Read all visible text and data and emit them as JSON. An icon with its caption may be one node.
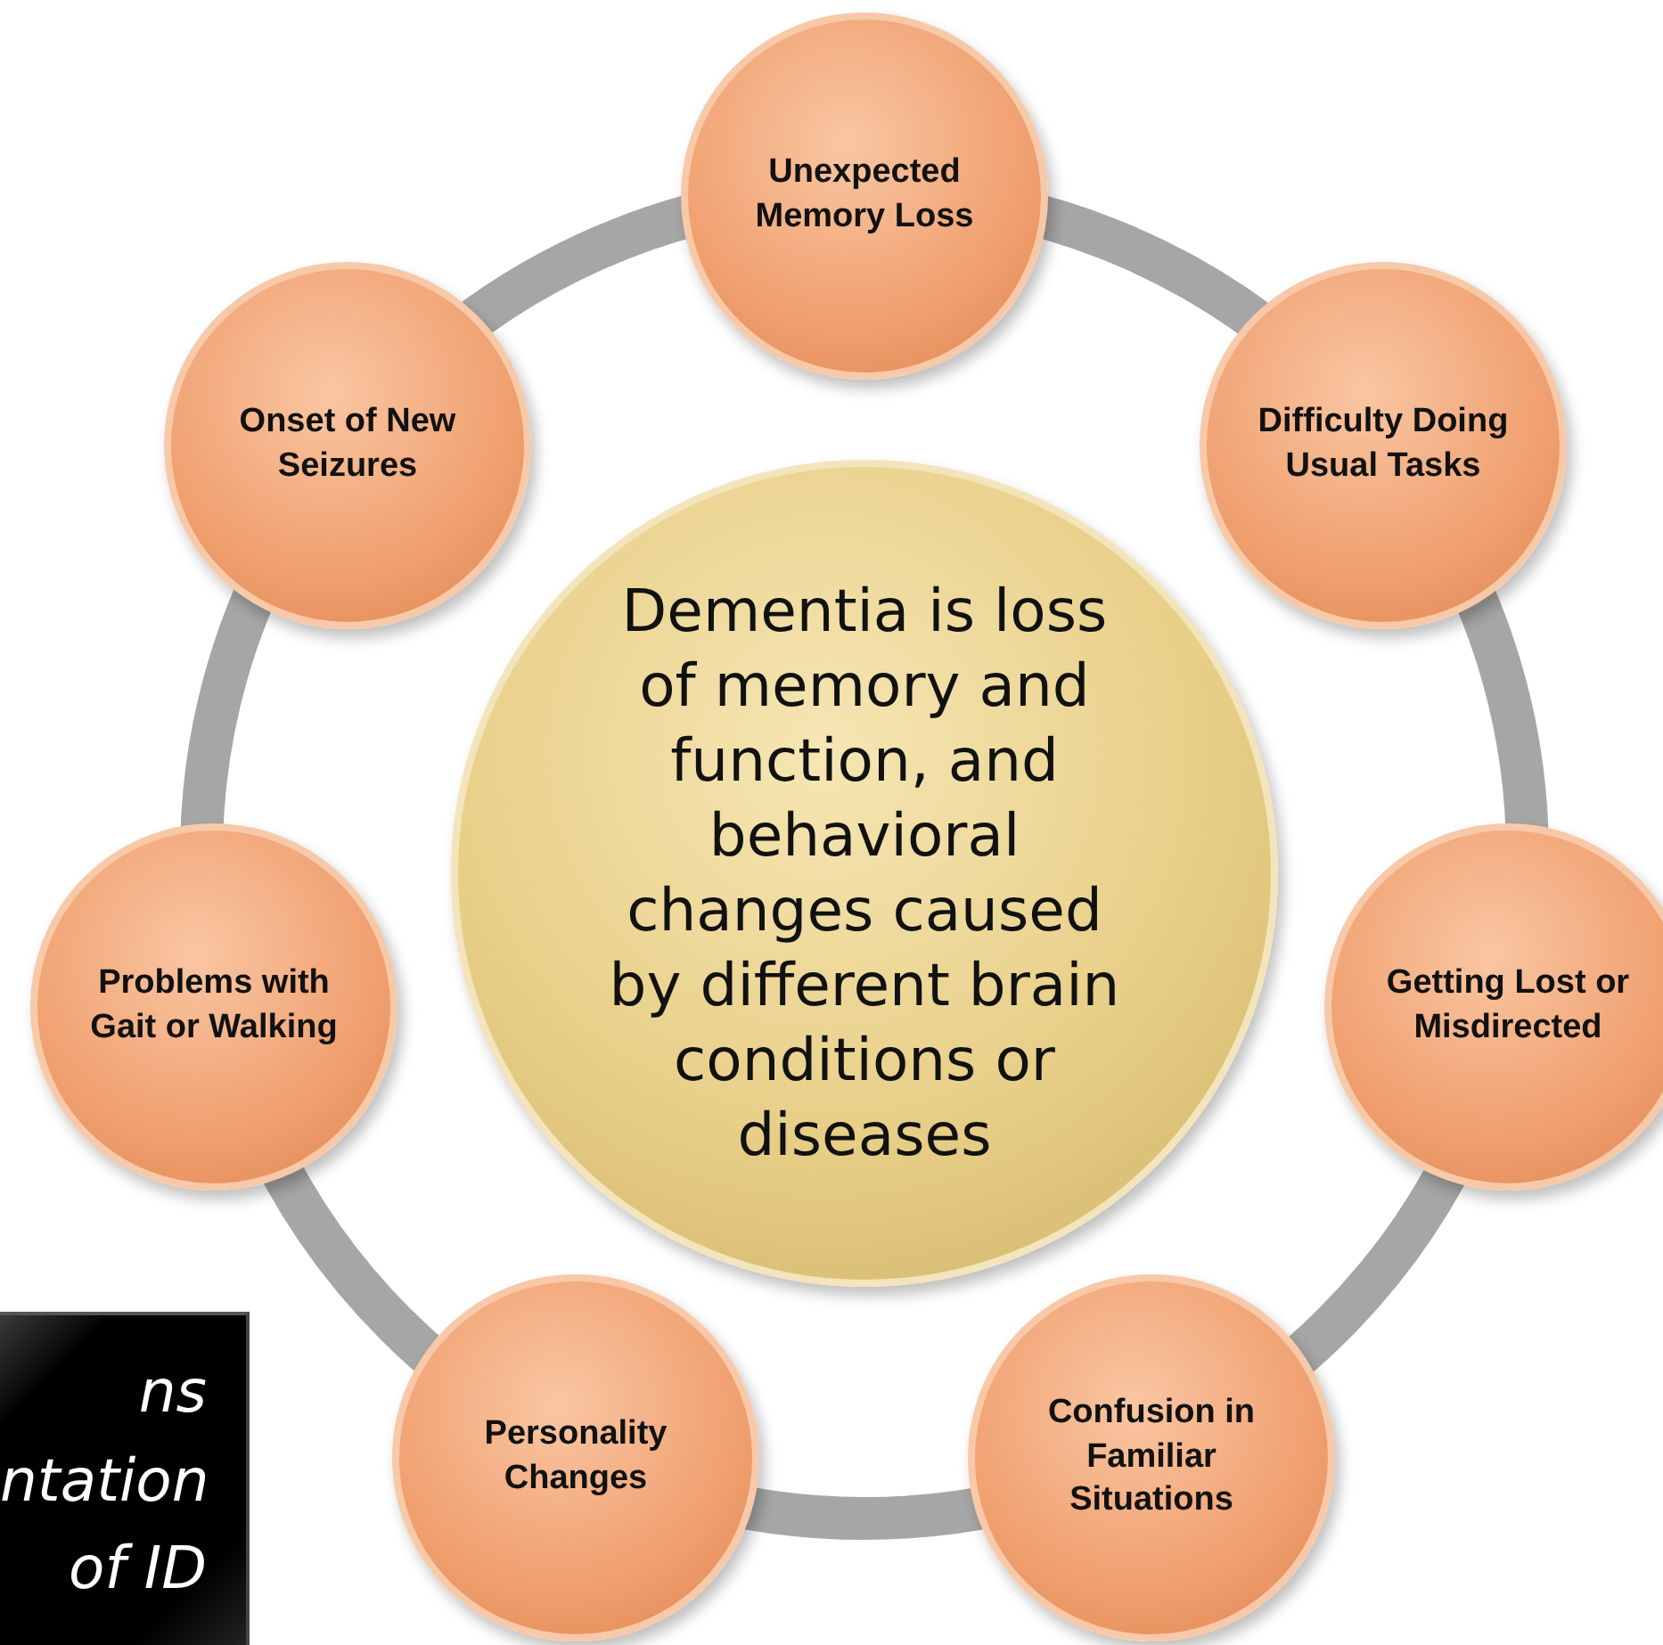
{
  "diagram": {
    "nodes": [
      {
        "text": [
          "Dementia is loss of memory and function, and behavioral changes caused by different brain conditions or diseases"
        ]
      },
      {
        "text": [
          "Unexpected Memory Loss"
        ]
      },
      {
        "text": [
          "Difficulty Doing Usual Tasks"
        ]
      },
      {
        "text": [
          "Getting Lost or Misdirected"
        ]
      },
      {
        "text": [
          "Confusion in Familiar Situations"
        ]
      },
      {
        "text": [
          "Personality Changes"
        ]
      },
      {
        "text": [
          "Problems with Gait or Walking"
        ]
      },
      {
        "text": [
          "Onset of New Seizures"
        ]
      },
      {
        "text": [
          "ns ntation of ID"
        ]
      }
    ],
    "edges": []
  }
}
